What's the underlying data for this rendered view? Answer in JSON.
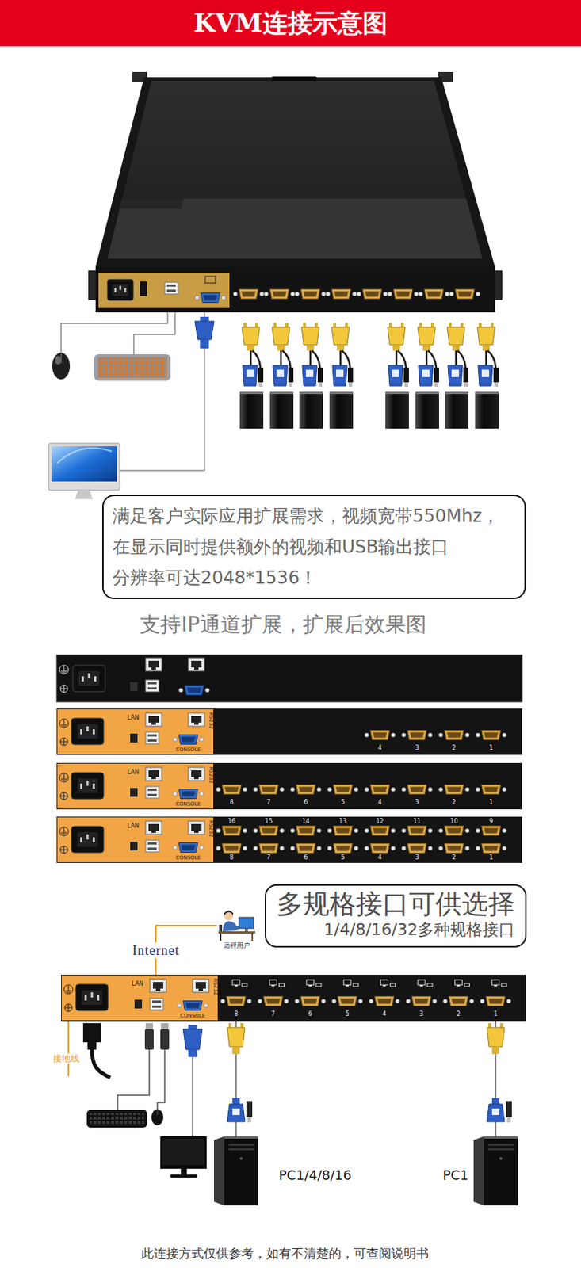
{
  "diagram": {
    "title": "KVM连接示意图",
    "caption": "此连接方式仅供参考，如有不清楚的，可查阅说明书",
    "nodes": [
      {
        "text": [
          "满足客户实际应用扩展需求，视频宽带550Mhz， 在显示同时提供额外的视频和USB输出接口 分辨率可达2048*1536！"
        ]
      },
      {
        "text": [
          "LAN",
          "RS232",
          "CONSOLE",
          "4",
          "3",
          "2",
          "1"
        ]
      },
      {
        "text": [
          "LAN",
          "RS232",
          "CONSOLE",
          "8",
          "7",
          "6",
          "5",
          "4",
          "3",
          "2",
          "1"
        ]
      },
      {
        "text": [
          "LAN",
          "RS232",
          "CONSOLE",
          "16",
          "15",
          "14",
          "13",
          "12",
          "11",
          "10",
          "9",
          "8",
          "7",
          "6",
          "5",
          "4",
          "3",
          "2",
          "1"
        ]
      },
      {
        "text": [
          "多规格接口可供选择",
          "1/4/8/16/32多种规格接口"
        ]
      },
      {
        "text": [
          "远程用户"
        ]
      },
      {
        "text": [
          "LAN",
          "RS232",
          "CONSOLE",
          "8",
          "7",
          "6",
          "5",
          "4",
          "3",
          "2",
          "1"
        ]
      },
      {
        "text": [
          "PC1/4/8/16"
        ]
      },
      {
        "text": [
          "PC1"
        ]
      }
    ],
    "edges": [
      {
        "from": 5,
        "to": 6,
        "arrow": "none",
        "label": "Internet"
      },
      {
        "from": 6,
        "to": 7,
        "arrow": "none"
      },
      {
        "from": 6,
        "to": 8,
        "arrow": "none"
      }
    ],
    "labels": [
      "支持IP通道扩展，扩展后效果图",
      "接地线"
    ]
  }
}
